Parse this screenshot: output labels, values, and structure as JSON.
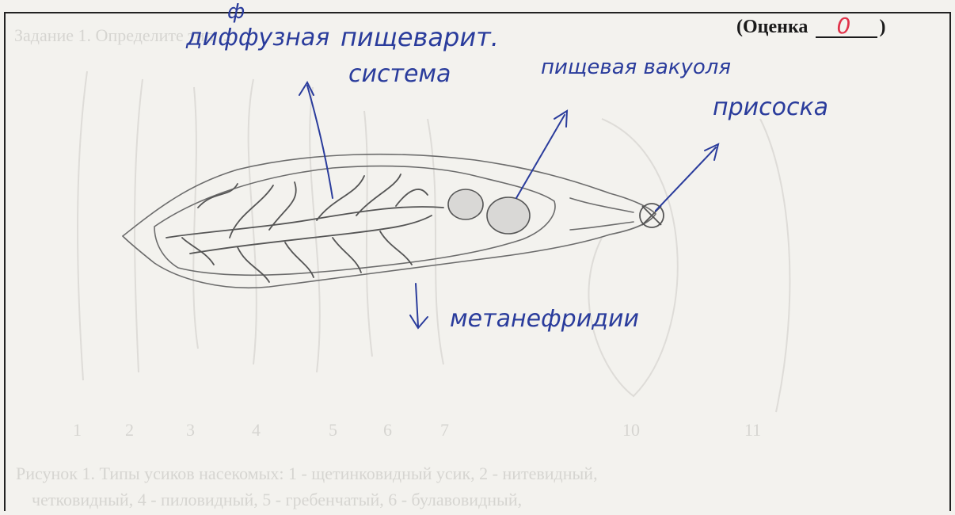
{
  "grade": {
    "label": "(Оценка",
    "value": "0",
    "close": ")"
  },
  "annotations": {
    "phi": "ф",
    "diffuse": "диффузная",
    "digestive": "пищеварит.",
    "system": "система",
    "vacuole": "пищевая вакуоля",
    "sucker": "присоска",
    "metanephridia": "метанефридии"
  },
  "ghost_text": {
    "instruction": "Задание 1. Определите тип ... ",
    "numbers": [
      "1",
      "2",
      "3",
      "4",
      "5",
      "6",
      "7",
      "10",
      "11"
    ],
    "caption_line1": "Рисунок 1. Типы усиков насекомых: 1 - щетинковидный усик, 2 - нитевидный,",
    "caption_line2": "четковидный, 4 - пиловидный, 5 - гребенчатый, 6 - булавовидный,"
  },
  "colors": {
    "ink": "#2a3c9c",
    "pencil": "#6c6c6c",
    "grade_ink": "#e0334a",
    "ghost": "#d6d5d1"
  }
}
